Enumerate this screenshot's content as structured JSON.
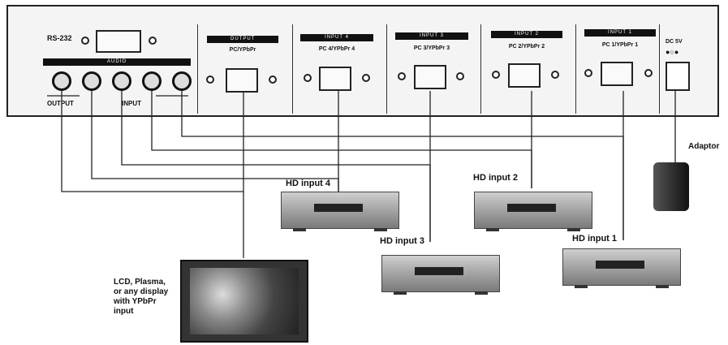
{
  "panel": {
    "rs232_label": "RS-232",
    "audio_header": "AUDIO",
    "output_label": "OUTPUT",
    "input_label": "INPUT",
    "dc_label": "DC 5V",
    "ports": [
      {
        "header": "OUTPUT",
        "sub": "PC/YPbPr"
      },
      {
        "header": "INPUT 4",
        "sub": "PC 4/YPbPr 4"
      },
      {
        "header": "INPUT 3",
        "sub": "PC 3/YPbPr 3"
      },
      {
        "header": "INPUT 2",
        "sub": "PC 2/YPbPr 2"
      },
      {
        "header": "INPUT 1",
        "sub": "PC 1/YPbPr 1"
      }
    ]
  },
  "devices": {
    "hd4": "HD input 4",
    "hd3": "HD input 3",
    "hd2": "HD input 2",
    "hd1": "HD input 1",
    "adaptor": "Adaptor",
    "display": [
      "LCD, Plasma,",
      "or any display",
      "with YPbPr",
      "input"
    ]
  }
}
